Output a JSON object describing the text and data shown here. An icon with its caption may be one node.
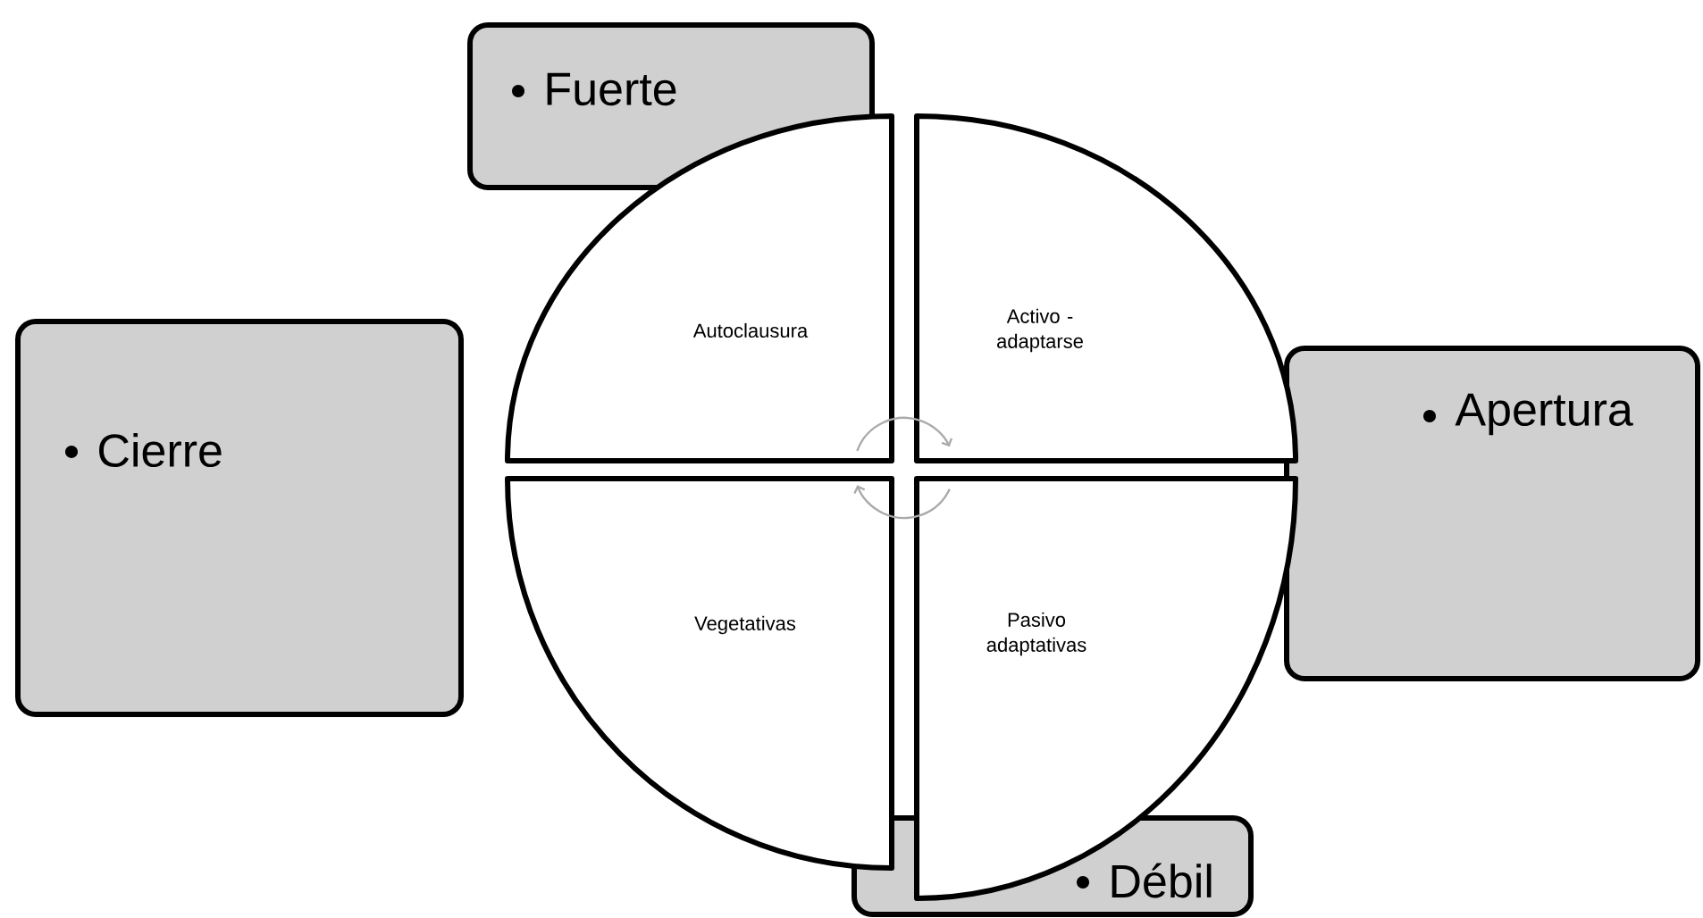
{
  "diagram": {
    "nodes": [
      {
        "text": [
          "Fuerte"
        ]
      },
      {
        "text": [
          "Cierre"
        ]
      },
      {
        "text": [
          "Autoclausura"
        ]
      },
      {
        "text": [
          "Activo - adaptarse"
        ]
      },
      {
        "text": [
          "Apertura"
        ]
      },
      {
        "text": [
          "Vegetativas"
        ]
      },
      {
        "text": [
          "Pasivo adaptativas"
        ]
      },
      {
        "text": [
          "Débil"
        ]
      }
    ],
    "edges": [
      {
        "from": 2,
        "to": 3,
        "arrow": "to"
      },
      {
        "from": 6,
        "to": 5,
        "arrow": "to"
      }
    ]
  }
}
